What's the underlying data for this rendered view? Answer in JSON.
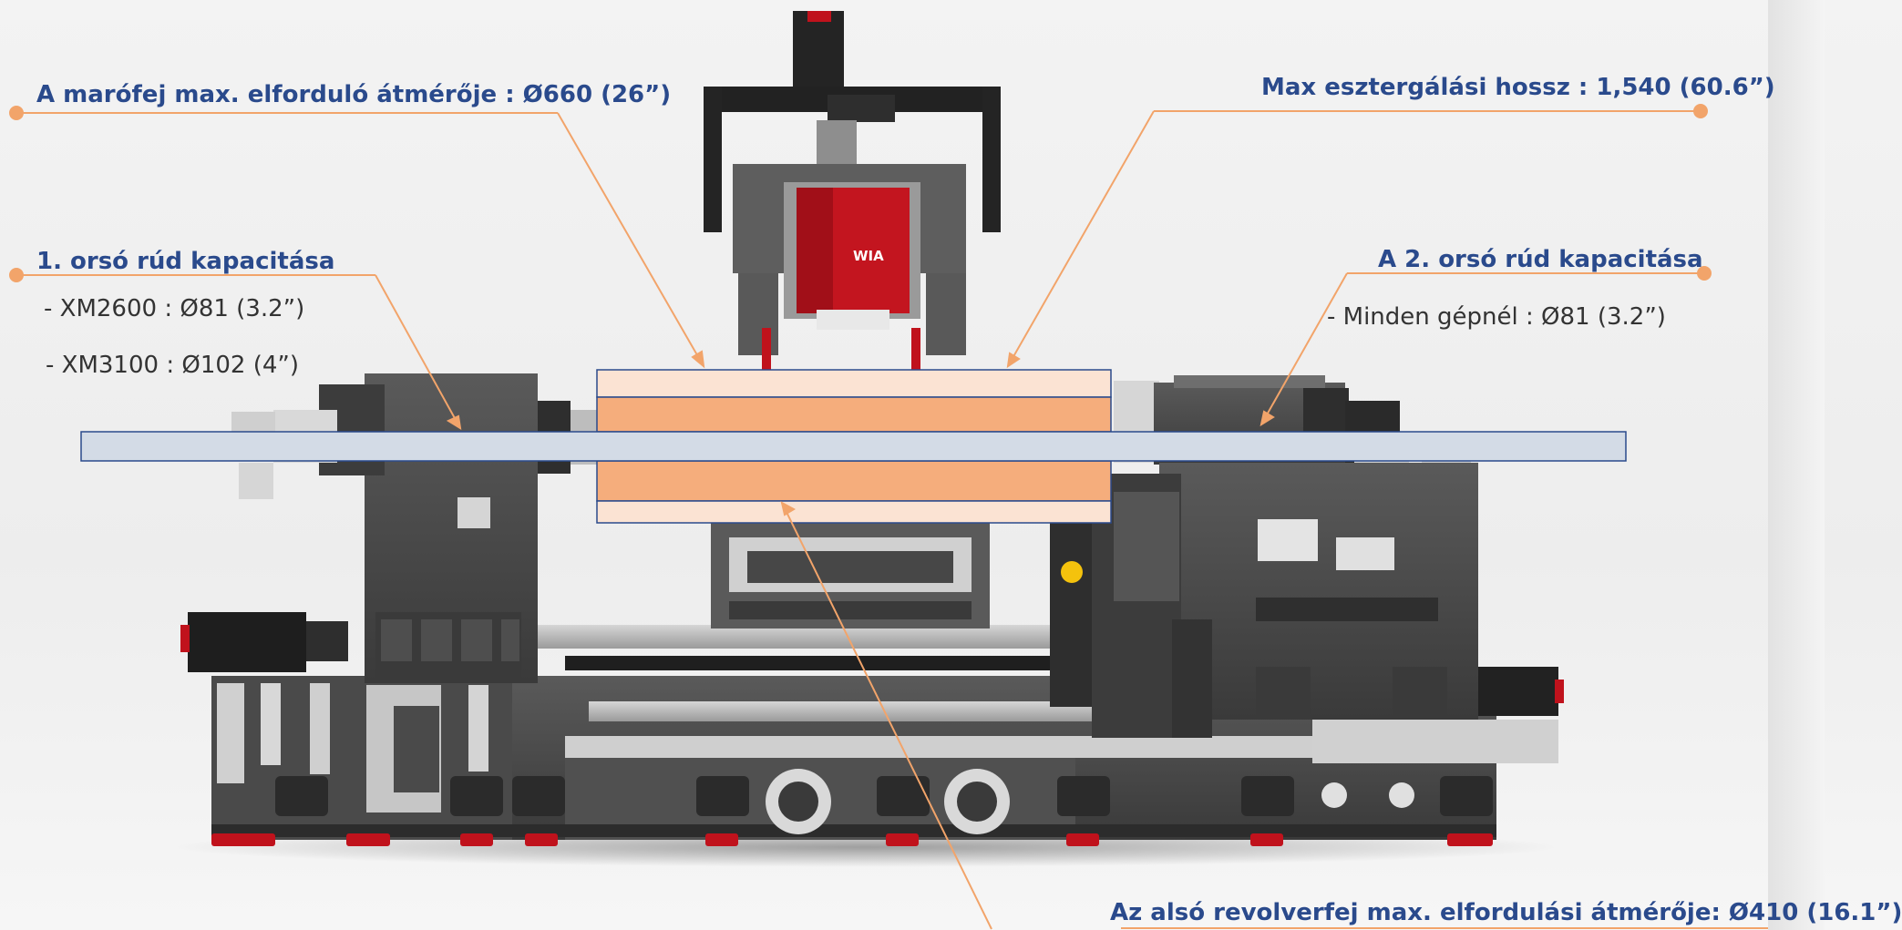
{
  "callouts": {
    "milling_head": "A marófej max. elforduló átmérője : Ø660 (26”)",
    "max_turning": "Max esztergálási hossz : 1,540 (60.6”)",
    "spindle1_title": "1. orsó rúd kapacitása",
    "spindle1_line1": "- XM2600 : Ø81 (3.2”)",
    "spindle1_line2": "- XM3100 : Ø102 (4”)",
    "spindle2_title": "A 2. orsó rúd kapacitása",
    "spindle2_line1": "-  Minden gépnél : Ø81 (3.2”)",
    "lower_turret": "Az alsó revolverfej max. elfordulási átmérője: Ø410 (16.1”)"
  },
  "machine_logo": "WIA",
  "colors": {
    "label_blue": "#2a4a8c",
    "leader_orange": "#f2a46a",
    "machine_dark": "#444444",
    "machine_red": "#c0121c",
    "bar_blue": "#d3dbe6",
    "zone_orange": "#f5ad7c",
    "zone_light": "#fbe3d3"
  }
}
